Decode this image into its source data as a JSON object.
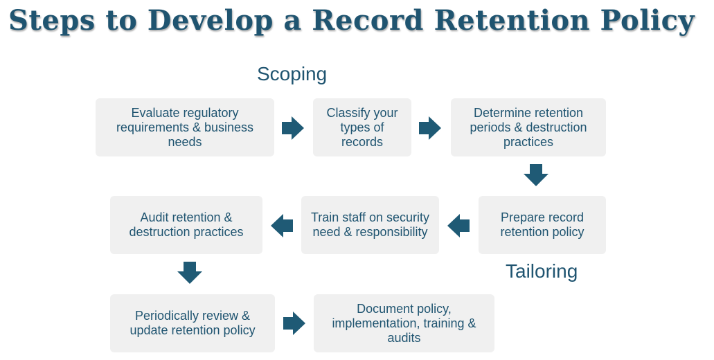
{
  "title": "Steps to Develop a Record Retention Policy",
  "phases": {
    "scoping": "Scoping",
    "tailoring": "Tailoring"
  },
  "steps": [
    {
      "text": "Evaluate regulatory requirements & business needs"
    },
    {
      "text": "Classify your types of records"
    },
    {
      "text": "Determine retention periods & destruction practices"
    },
    {
      "text": "Prepare record retention policy"
    },
    {
      "text": "Train staff on security need & responsibility"
    },
    {
      "text": "Audit retention & destruction practices"
    },
    {
      "text": "Periodically review & update retention policy"
    },
    {
      "text": "Document policy, implementation, training & audits"
    }
  ],
  "colors": {
    "title": "#1f5470",
    "arrow": "#1f5a75",
    "box": "#f0f0f0"
  },
  "icons": [
    "arrow-right-icon",
    "arrow-down-icon",
    "arrow-left-icon"
  ]
}
